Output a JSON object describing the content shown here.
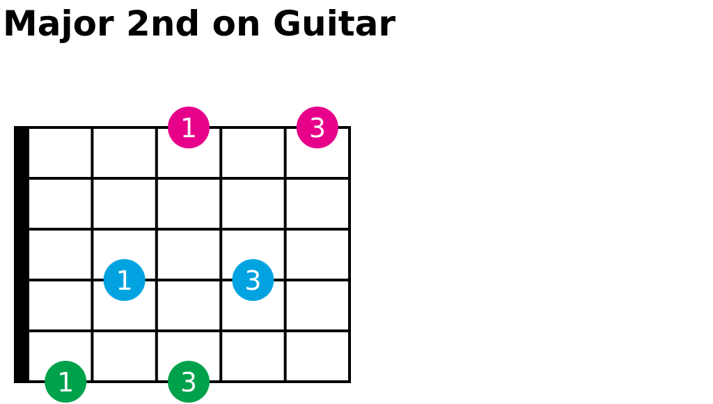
{
  "title": "Major 2nd on Guitar",
  "diagram": {
    "strings": 6,
    "frets": 5,
    "colors": {
      "lines": "#000000",
      "nut": "#000000",
      "pink": "#e6008a",
      "blue": "#00a3e0",
      "green": "#00a14b",
      "label": "#ffffff"
    },
    "dots": [
      {
        "string": 1,
        "fret": 2.5,
        "finger": "1",
        "color": "pink"
      },
      {
        "string": 1,
        "fret": 4.5,
        "finger": "3",
        "color": "pink"
      },
      {
        "string": 4,
        "fret": 1.5,
        "finger": "1",
        "color": "blue"
      },
      {
        "string": 4,
        "fret": 3.5,
        "finger": "3",
        "color": "blue"
      },
      {
        "string": 6,
        "fret": 0.5,
        "finger": "1",
        "color": "green"
      },
      {
        "string": 6,
        "fret": 2.5,
        "finger": "3",
        "color": "green"
      }
    ]
  }
}
